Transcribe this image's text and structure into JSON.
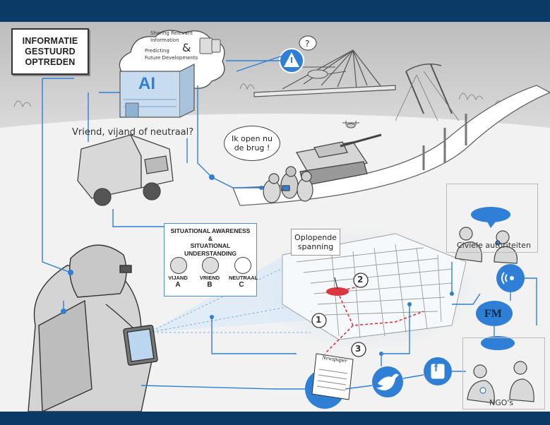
{
  "title": {
    "lines": [
      "INFORMATIE",
      "GESTUURD",
      "OPTREDEN"
    ]
  },
  "cloud": {
    "line1": "Sharing Relevant",
    "line2": "Information",
    "amp": "&",
    "line3": "Predicting",
    "line4": "Future Developments"
  },
  "ai_label": "AI",
  "truck_question": "Vriend, vijand of neutraal?",
  "soldier_speech": {
    "line1": "Ik open nu",
    "line2": "de brug !"
  },
  "situational": {
    "line1": "SITUATIONAL AWARENESS",
    "amp": "&",
    "line2": "SITUATIONAL UNDERSTANDING",
    "persons": [
      {
        "name": "VIJAND",
        "letter": "A"
      },
      {
        "name": "VRIEND",
        "letter": "B"
      },
      {
        "name": "NEUTRAAL",
        "letter": "C"
      }
    ]
  },
  "tension": {
    "line1": "Oplopende",
    "line2": "spanning"
  },
  "map_markers": [
    "1",
    "2",
    "3"
  ],
  "civil_label": "Civiele autoriteiten",
  "radio_label": "FM",
  "newspaper_label": "Newspaper",
  "facebook_label": "f",
  "ngo_label": "NGO's",
  "colors": {
    "bar": "#0b3a66",
    "accent": "#2f7fd6",
    "red": "#d9363e"
  }
}
